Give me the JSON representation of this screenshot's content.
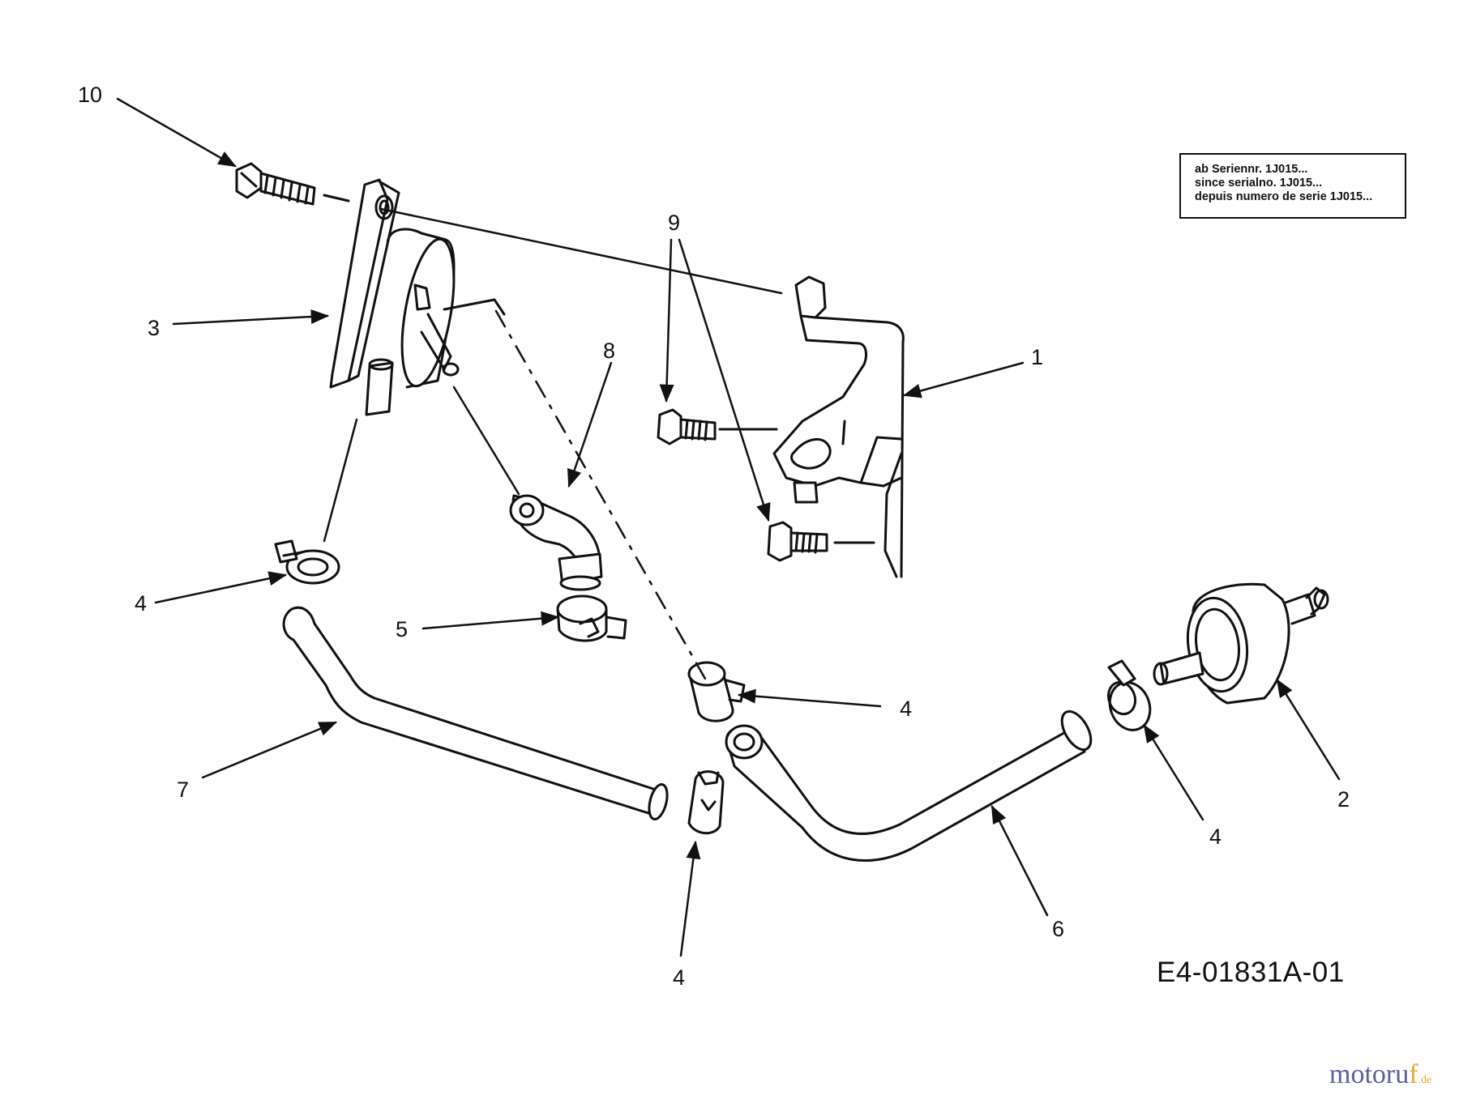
{
  "callouts": [
    {
      "id": "c10",
      "text": "10"
    },
    {
      "id": "c3",
      "text": "3"
    },
    {
      "id": "c9",
      "text": "9"
    },
    {
      "id": "c1",
      "text": "1"
    },
    {
      "id": "c8",
      "text": "8"
    },
    {
      "id": "c4a",
      "text": "4"
    },
    {
      "id": "c5",
      "text": "5"
    },
    {
      "id": "c4b",
      "text": "4"
    },
    {
      "id": "c2",
      "text": "2"
    },
    {
      "id": "c7",
      "text": "7"
    },
    {
      "id": "c4c",
      "text": "4"
    },
    {
      "id": "c6",
      "text": "6"
    },
    {
      "id": "c4d",
      "text": "4"
    }
  ],
  "serial_note": {
    "line1": "ab Seriennr. 1J015...",
    "line2": "since serialno. 1J015...",
    "line3": "depuis numero de serie 1J015..."
  },
  "drawing_number": "E4-01831A-01",
  "watermark": {
    "brand": "motoru",
    "f": "f",
    "tld": ".de"
  },
  "colors": {
    "line": "#111111",
    "watermark_blue": "#5b5f9c",
    "watermark_orange": "#e8a83a"
  }
}
